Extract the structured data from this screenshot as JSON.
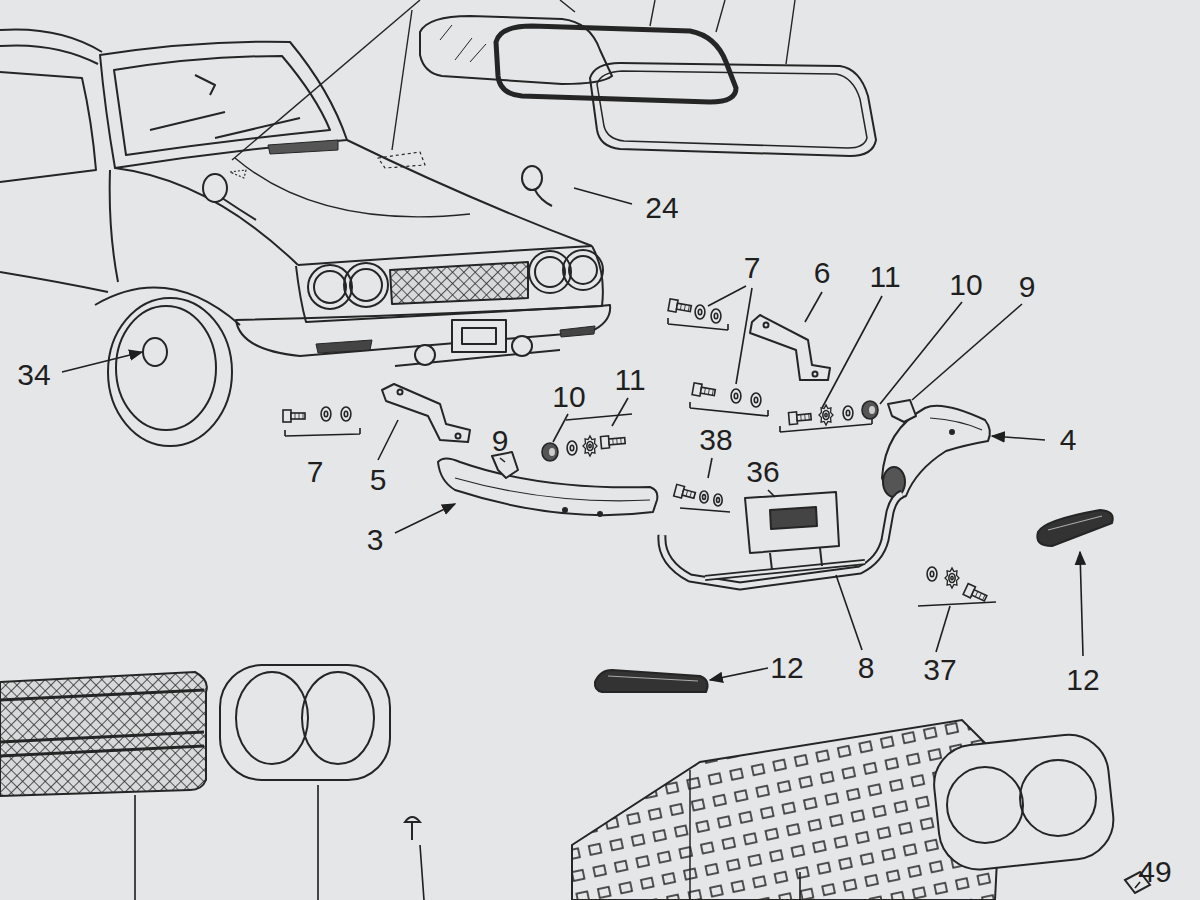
{
  "diagram": {
    "labels": [
      "24",
      "34",
      "7",
      "6",
      "11",
      "10",
      "9",
      "10",
      "11",
      "9",
      "4",
      "38",
      "7",
      "5",
      "36",
      "3",
      "12",
      "8",
      "37",
      "12",
      "49"
    ]
  }
}
